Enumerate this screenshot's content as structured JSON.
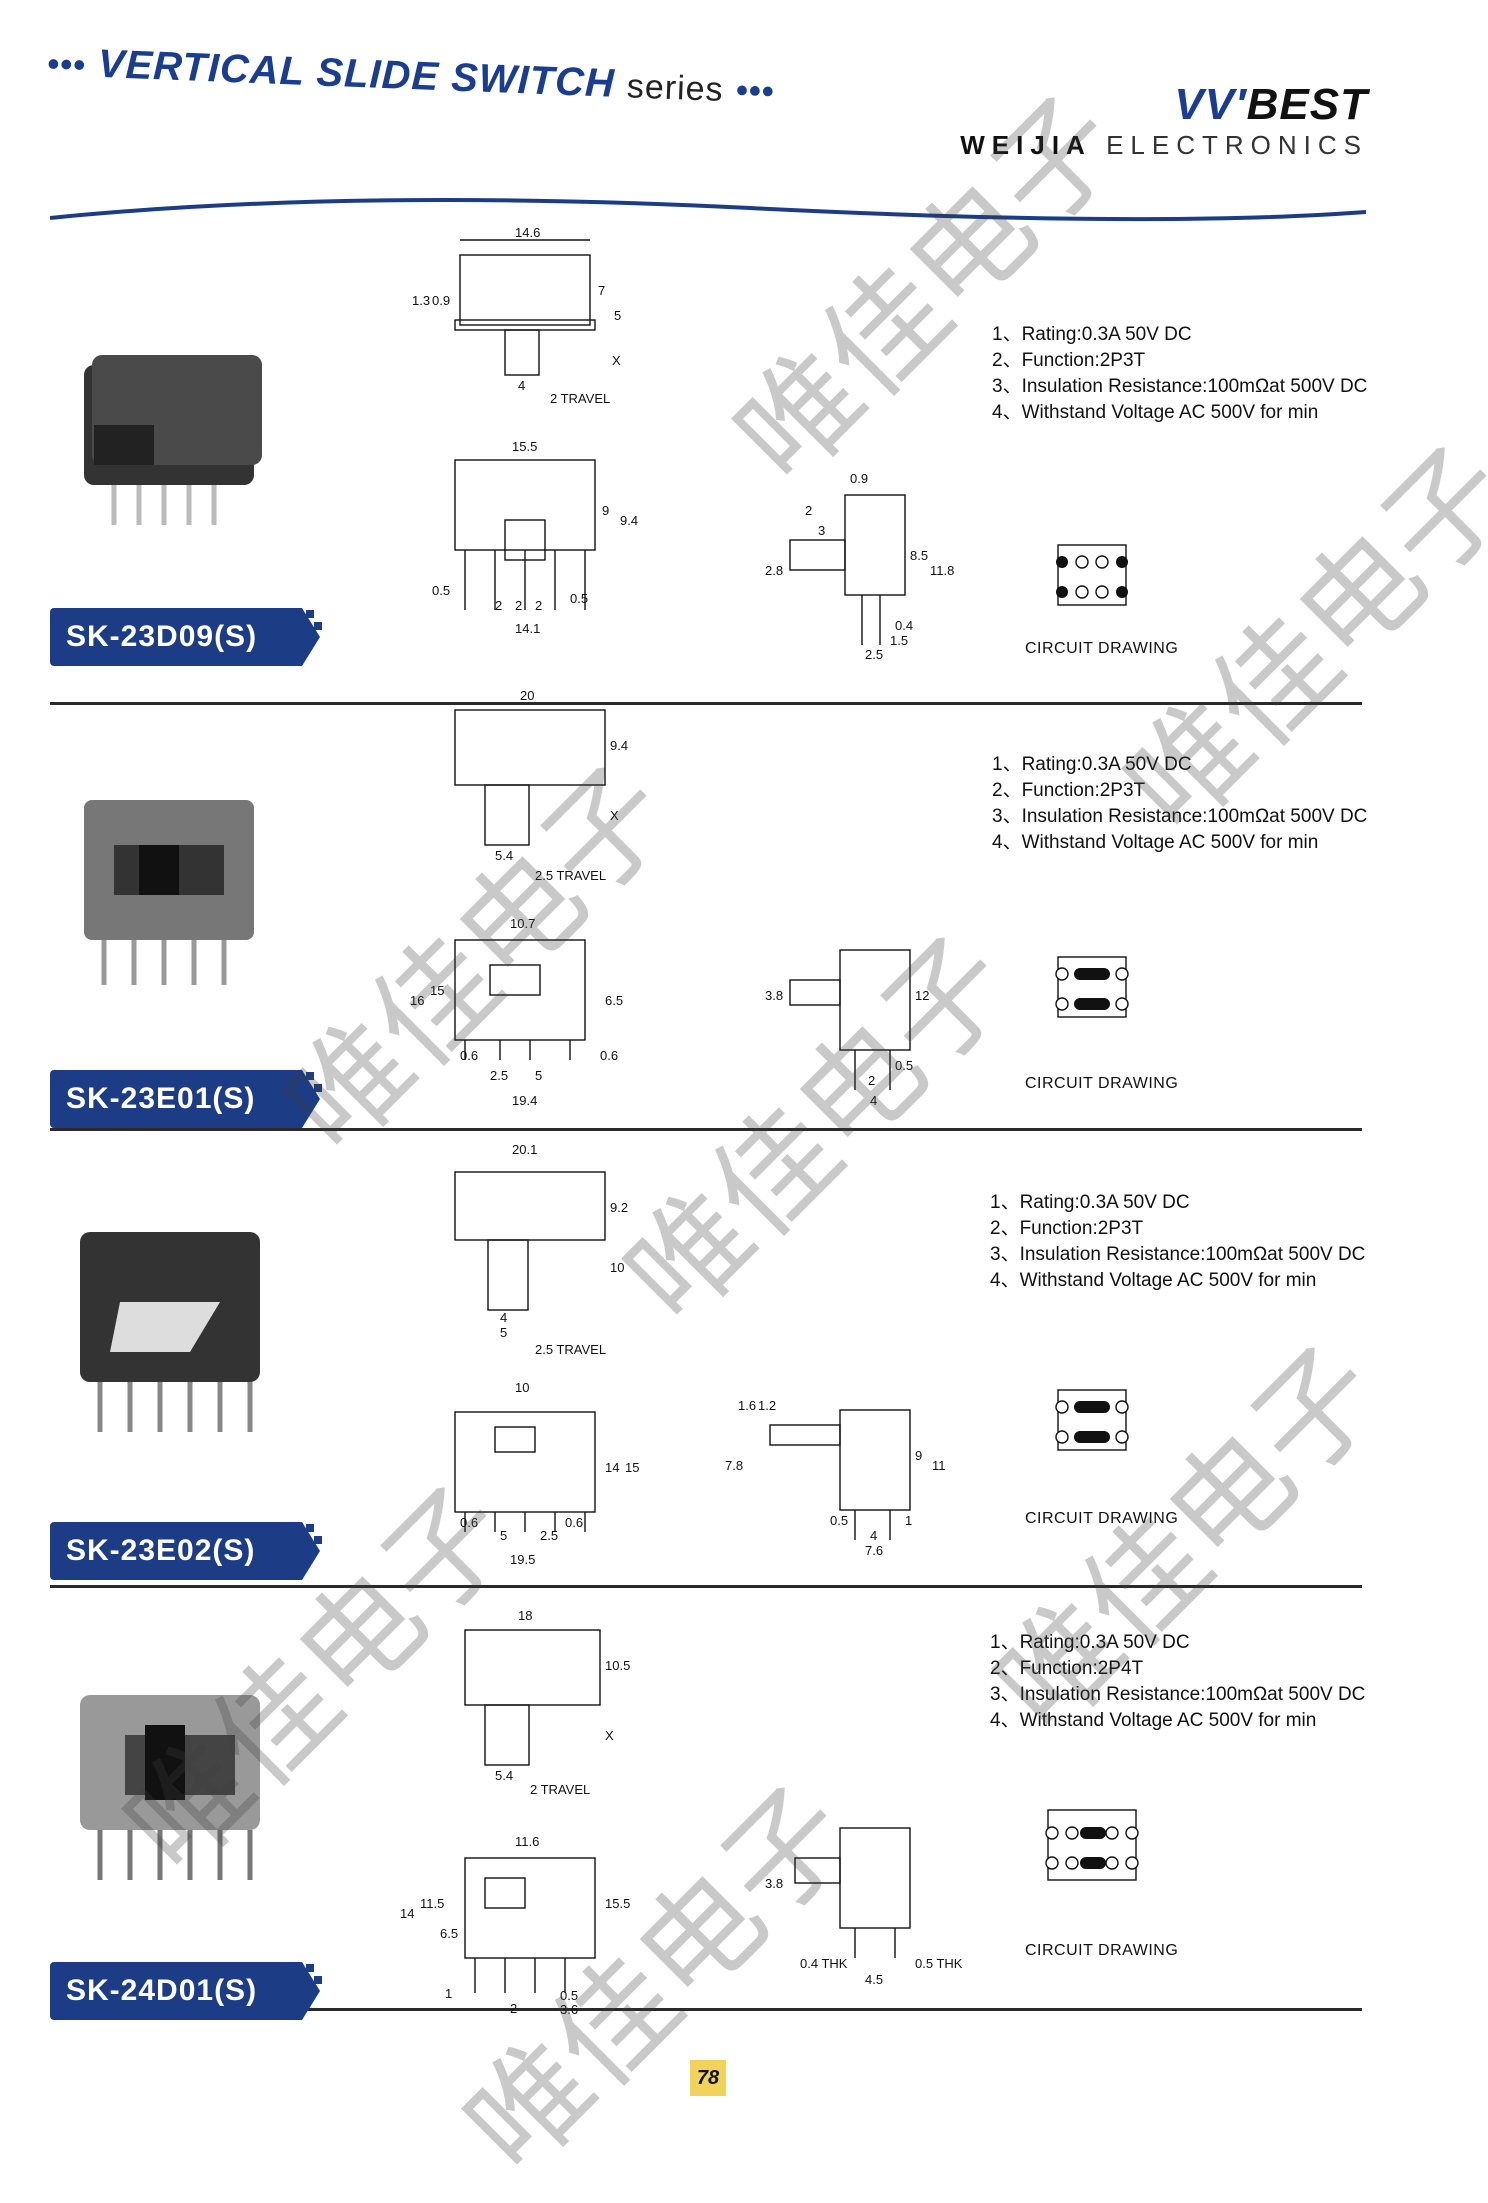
{
  "header": {
    "title": "VERTICAL SLIDE SWITCH",
    "series": "series",
    "brand_name": "BEST",
    "brand_sub_bold": "WEIJIA",
    "brand_sub": "ELECTRONICS"
  },
  "circuit_label": "CIRCUIT DRAWING",
  "sections": [
    {
      "model": "SK-23D09(S)",
      "specs": [
        "1、Rating:0.3A 50V DC",
        "2、Function:2P3T",
        "3、Insulation Resistance:100mΩat 500V DC",
        "4、Withstand Voltage AC 500V for min"
      ],
      "dims_top": {
        "width": "14.6",
        "h1": "1.3",
        "h2": "0.9",
        "h3": "7",
        "h4": "5",
        "x": "X",
        "w2": "4",
        "travel": "2 TRAVEL"
      },
      "dims_front": {
        "width": "15.5",
        "h1": "9",
        "h2": "9.4",
        "p1": "0.5",
        "p2": "2",
        "p3": "2",
        "p4": "2",
        "p5": "0.5",
        "base": "14.1"
      },
      "dims_side": {
        "t": "0.9",
        "a": "2",
        "b": "3",
        "c": "2.8",
        "h1": "8.5",
        "h2": "11.8",
        "p": "0.4",
        "q": "1.5",
        "r": "2.5"
      }
    },
    {
      "model": "SK-23E01(S)",
      "specs": [
        "1、Rating:0.3A 50V DC",
        "2、Function:2P3T",
        "3、Insulation Resistance:100mΩat 500V DC",
        "4、Withstand Voltage AC 500V for min"
      ],
      "dims_top": {
        "width": "20",
        "h": "9.4",
        "x": "X",
        "w2": "5.4",
        "travel": "2.5 TRAVEL"
      },
      "dims_front": {
        "width": "10.7",
        "h1": "16",
        "h2": "15",
        "h3": "6.5",
        "p1": "0.6",
        "p2": "2.5",
        "p3": "5",
        "p4": "0.6",
        "base": "19.4"
      },
      "dims_side": {
        "a": "3.8",
        "h": "12",
        "b": "2",
        "c": "0.5",
        "d": "4"
      }
    },
    {
      "model": "SK-23E02(S)",
      "specs": [
        "1、Rating:0.3A 50V DC",
        "2、Function:2P3T",
        "3、Insulation Resistance:100mΩat 500V DC",
        "4、Withstand Voltage AC 500V for min"
      ],
      "dims_top": {
        "width": "20.1",
        "h": "9.2",
        "h2": "10",
        "w2": "4",
        "w3": "5",
        "travel": "2.5 TRAVEL"
      },
      "dims_front": {
        "width": "10",
        "h1": "14",
        "h2": "15",
        "p1": "0.6",
        "p2": "5",
        "p3": "2.5",
        "p4": "0.6",
        "base": "19.5"
      },
      "dims_side": {
        "a": "1.6",
        "b": "1.2",
        "c": "7.8",
        "h1": "9",
        "h2": "11",
        "p": "0.5",
        "q": "4",
        "r": "1",
        "s": "7.6"
      }
    },
    {
      "model": "SK-24D01(S)",
      "specs": [
        "1、Rating:0.3A 50V DC",
        "2、Function:2P4T",
        "3、Insulation Resistance:100mΩat 500V DC",
        "4、Withstand Voltage AC 500V for min"
      ],
      "dims_top": {
        "width": "18",
        "h": "10.5",
        "x": "X",
        "w2": "5.4",
        "travel": "2 TRAVEL"
      },
      "dims_front": {
        "width": "11.6",
        "h1": "14",
        "h2": "11.5",
        "h3": "6.5",
        "h4": "15.5",
        "p1": "1",
        "p2": "2",
        "p3": "0.5",
        "p4": "3.6"
      },
      "dims_side": {
        "a": "3.8",
        "t1": "0.4 THK",
        "t2": "0.5 THK",
        "w": "4.5"
      }
    }
  ],
  "page_number": "78",
  "watermark": "唯佳电子",
  "colors": {
    "accent": "#1d3c86",
    "line": "#2a2a2a",
    "page_tag": "#f1d35a"
  }
}
